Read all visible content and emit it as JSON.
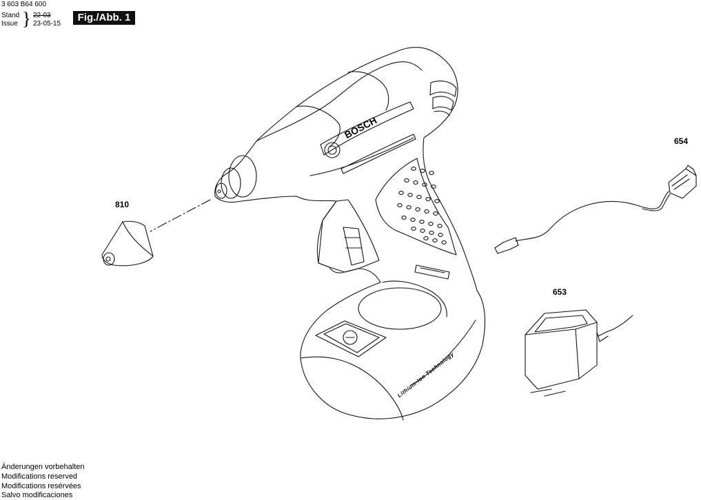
{
  "header": {
    "doc_number": "3 603 B64 600",
    "stand_label": "Stand",
    "issue_label": "Issue",
    "brace": "}",
    "stand_date": "22-03",
    "issue_date": "23-05-15",
    "fig_label": "Fig./Abb. 1"
  },
  "callouts": {
    "nozzle": "810",
    "cable": "654",
    "charger": "653"
  },
  "product_text": {
    "brand": "BOSCH",
    "battery_label": "Lithium-Ion Technology"
  },
  "footer": [
    "Änderungen vorbehalten",
    "Modifications reserved",
    "Modifications resérvées",
    "Salvo modificaciones"
  ]
}
